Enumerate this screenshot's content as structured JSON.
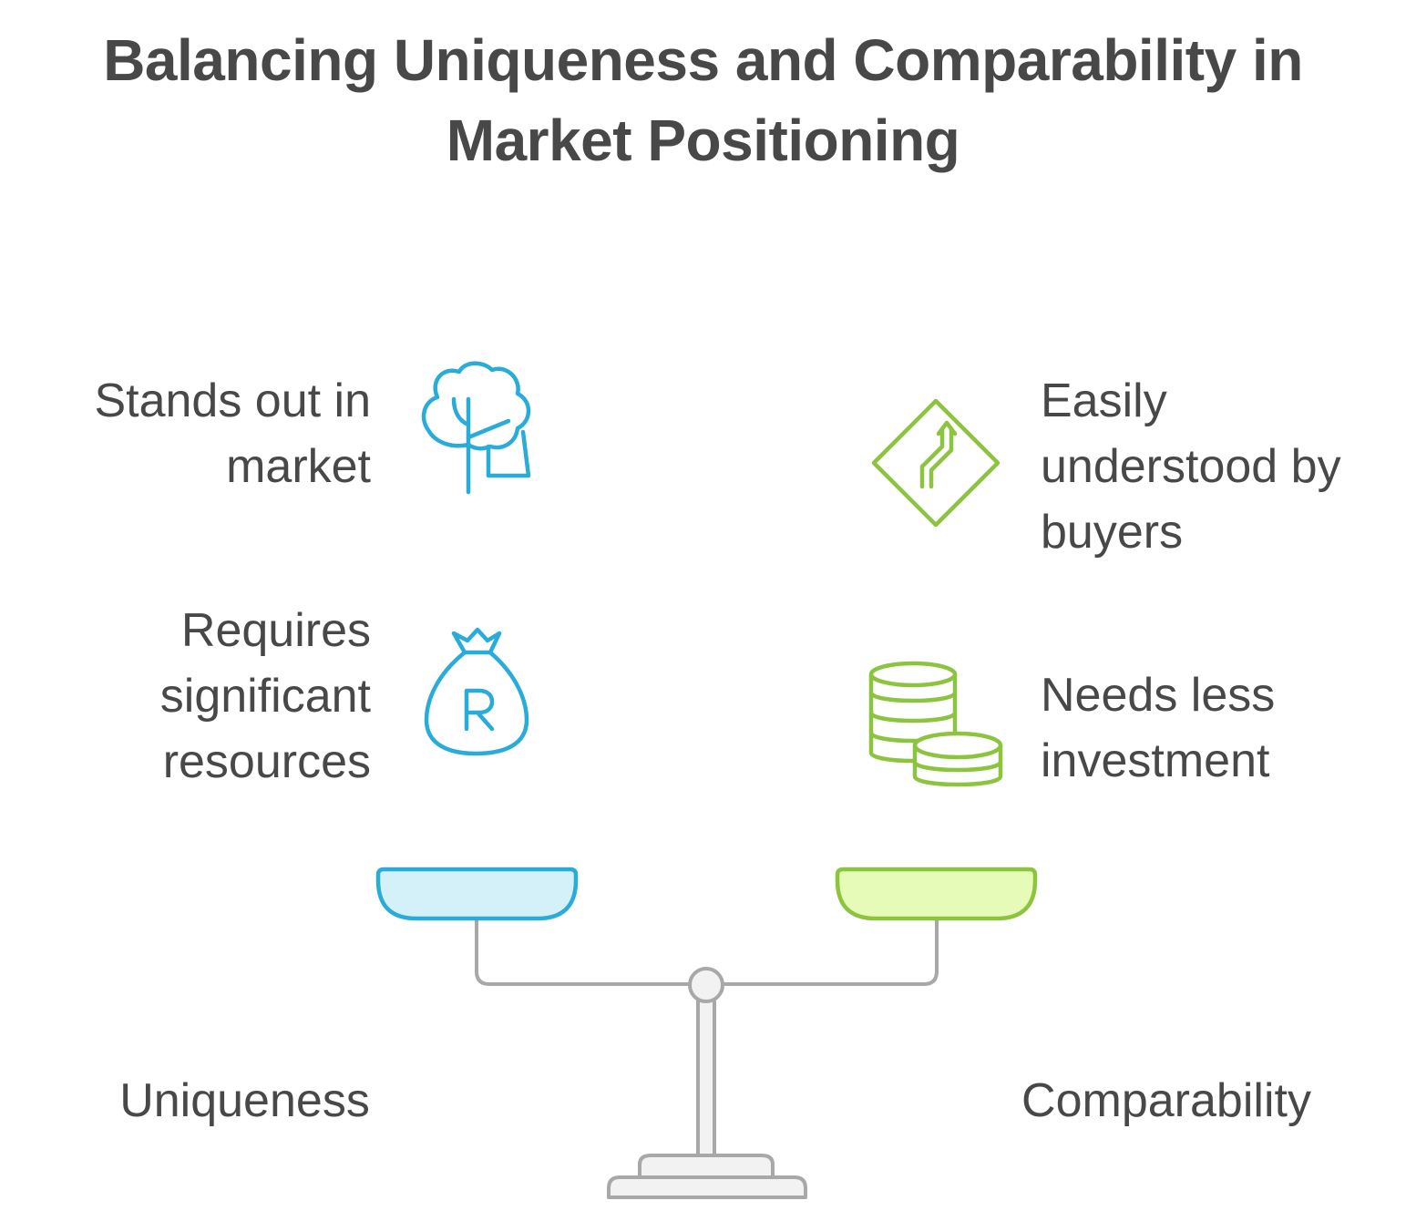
{
  "title": {
    "line1": "Balancing Uniqueness and Comparability in",
    "line2": "Market Positioning"
  },
  "left": {
    "label": "Uniqueness",
    "color": "#29acd9",
    "fill": "#d4f1f9",
    "items": [
      {
        "lines": [
          "Stands out in",
          "market"
        ],
        "icon": "tree-icon"
      },
      {
        "lines": [
          "Requires",
          "significant",
          "resources"
        ],
        "icon": "money-bag-icon"
      }
    ]
  },
  "right": {
    "label": "Comparability",
    "color": "#8dc43f",
    "fill": "#e6fbb8",
    "items": [
      {
        "lines": [
          "Easily",
          "understood by",
          "buyers"
        ],
        "icon": "winding-road-sign-icon"
      },
      {
        "lines": [
          "Needs less",
          "investment"
        ],
        "icon": "coin-stacks-icon"
      }
    ]
  },
  "scale": {
    "color": "#a8a8a8",
    "fill": "#f2f2f2"
  }
}
